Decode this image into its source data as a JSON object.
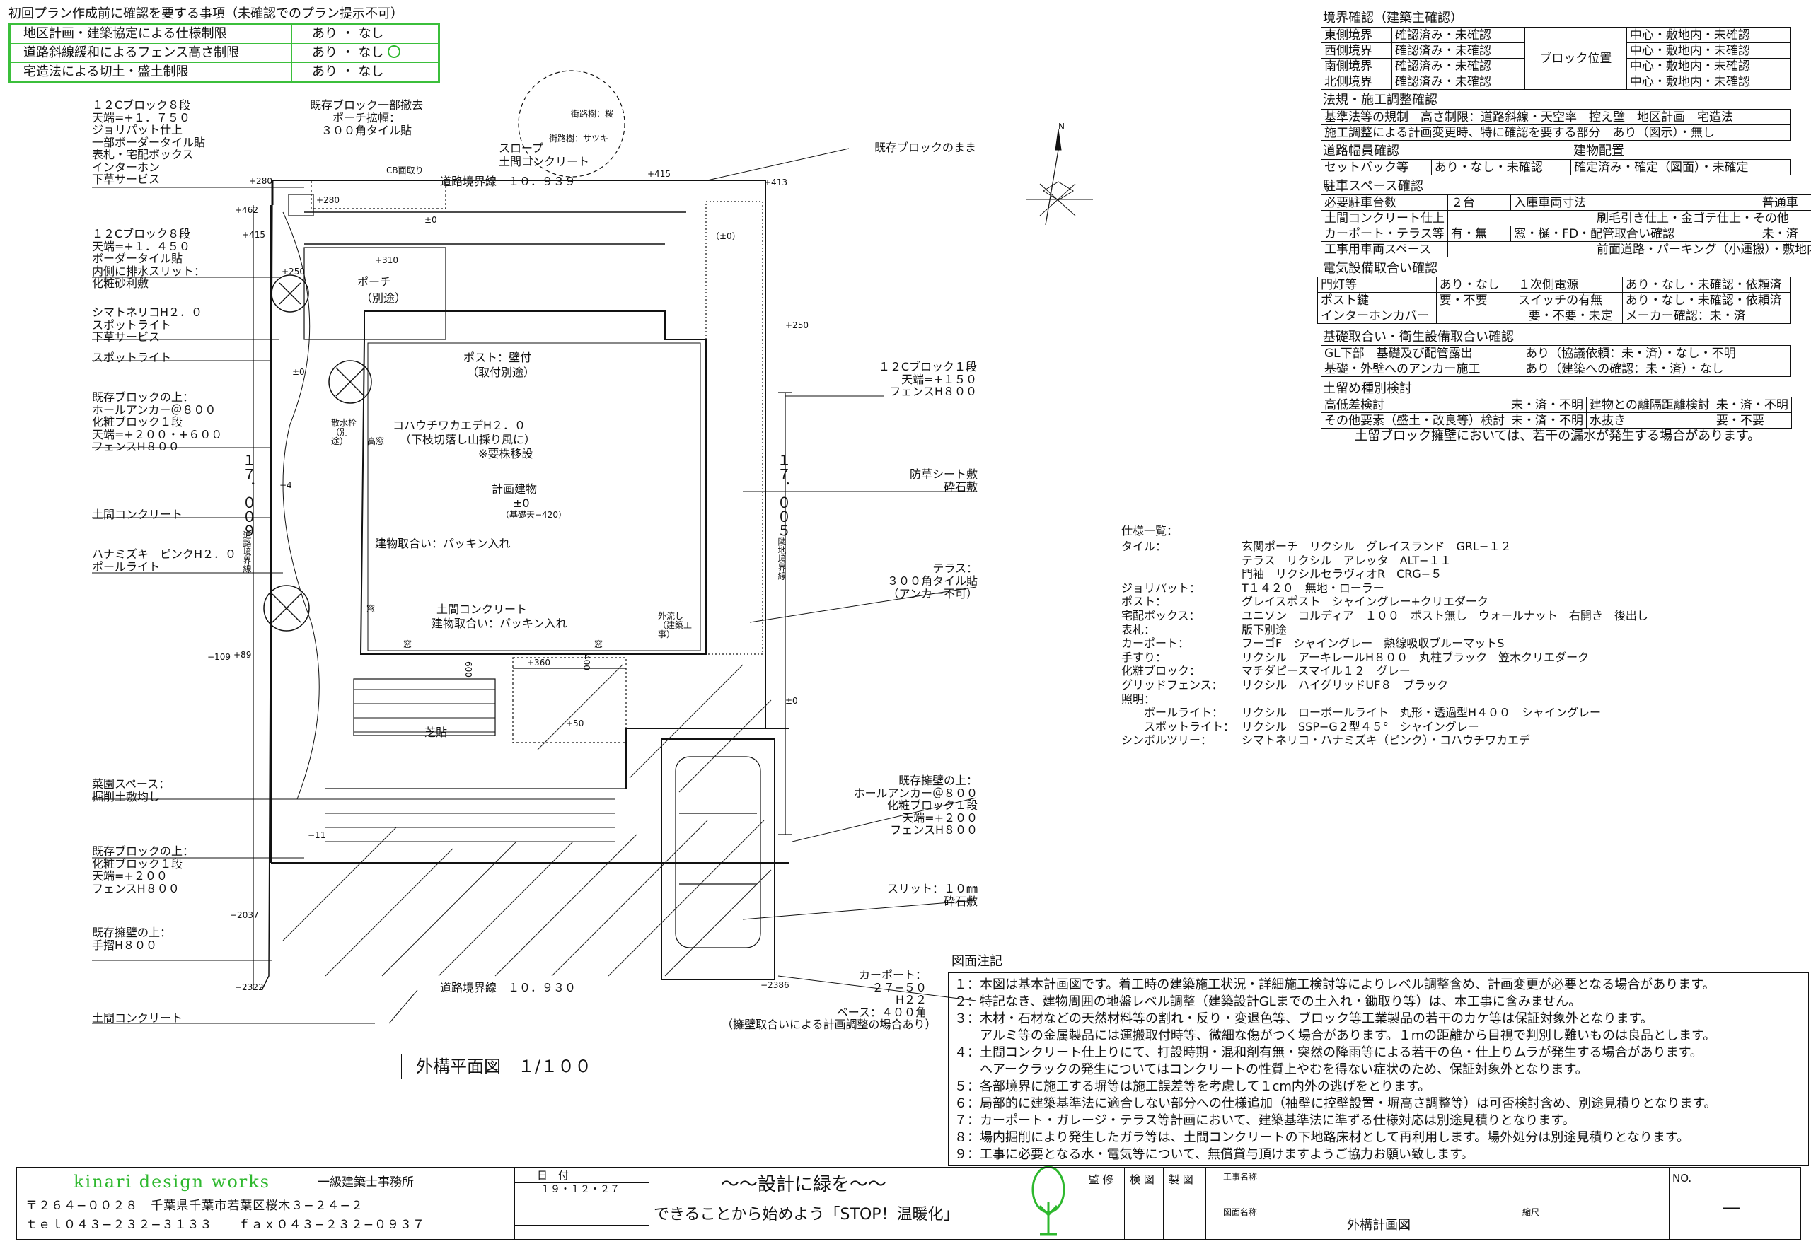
{
  "colors": {
    "ink": "#111111",
    "green": "#2eb82e",
    "brand": "#2eb82e"
  },
  "precheck": {
    "title": "初回プラン作成前に確認を要する事項（未確認でのプラン提示不可）",
    "rows": [
      {
        "item": "地区計画・建築協定による仕様制限",
        "choice": "あり ・ なし"
      },
      {
        "item": "道路斜線緩和によるフェンス高さ制限",
        "choice": "あり ・ なし"
      },
      {
        "item": "宅造法による切土・盛土制限",
        "choice": "あり ・ なし"
      }
    ]
  },
  "plan": {
    "title": "外構平面図　１/１００",
    "north": "N",
    "street_tree1": "街路樹：桜",
    "street_tree2": "街路樹：サツキ",
    "road_boundary_top": "道路境界線　１０．９３９",
    "road_boundary_bottom": "道路境界線　１０．９３０",
    "left_boundary_label": "道路境界線",
    "left_dim": "１７．００９",
    "right_boundary_label": "隣地境界線",
    "right_dim": "１７．００５",
    "slope": "スロープ\n土間コンクリート",
    "cb_edge": "CB面取り",
    "porch": "ポーチ",
    "porch_note": "（別途）",
    "post": "ポスト：壁付",
    "post_note": "（取付別途）",
    "building": "計画建物",
    "building_gl": "±0",
    "building_base": "（基礎天−420）",
    "maple": "コハウチワカエデH２．０",
    "maple_note1": "（下枝切落し山採り風に）",
    "maple_note2": "※要株移設",
    "sprinkler": "散水栓（別途）",
    "window_high": "高窓",
    "packing1": "建物取合い：パッキン入れ",
    "doma_center": "土間コンクリート",
    "packing2": "建物取合い：パッキン入れ",
    "sink": "外流し（建築工事）",
    "lawn": "芝貼",
    "window": "窓",
    "dim_600": "600",
    "dim_400": "400",
    "levels": [
      "+280",
      "+462",
      "+415",
      "+280",
      "+310",
      "+250",
      "±0",
      "±0",
      "+415",
      "+413",
      "（±0）",
      "+250",
      "−4",
      "−109",
      "+89",
      "+360",
      "+50",
      "±0",
      "−11",
      "−2037",
      "−2322",
      "−2386"
    ]
  },
  "left_labels": [
    "１２Cブロック８段\n天端=+１．７５０\nジョリパット仕上\n一部ボーダータイル貼\n表札・宅配ボックス\nインターホン\n下草サービス",
    "１２Cブロック８段\n天端=+１．４５０\nボーダータイル貼\n内側に排水スリット：\n化粧砂利敷",
    "シマトネリコH２．０\nスポットライト\n下草サービス",
    "スポットライト",
    "既存ブロックの上：\nホールアンカー＠８００\n化粧ブロック１段\n天端=+２００・+６００\nフェンスH８００",
    "土間コンクリート",
    "ハナミズキ　ピンクH２．０\nポールライト",
    "菜園スペース：\n掘削土敷均し",
    "既存ブロックの上：\n化粧ブロック１段\n天端=+２００\nフェンスH８００",
    "既存擁壁の上：\n手摺H８００",
    "土間コンクリート"
  ],
  "top_labels": [
    "既存ブロック一部撤去\nポーチ拡幅：\n３００角タイル貼",
    "既存ブロックのまま"
  ],
  "right_labels": [
    "１２Cブロック１段\n天端=+１５０\nフェンスH８００",
    "防草シート敷\n砕石敷",
    "テラス：\n３００角タイル貼\n（アンカー不可）",
    "既存擁壁の上：\nホールアンカー＠８００\n化粧ブロック１段\n天端=+２００\nフェンスH８００",
    "スリット：１０㎜\n砕石敷",
    "カーポート：\n２７−５０\nH２２\nベース：４００角\n（擁壁取合いによる計画調整の場合あり）"
  ],
  "checks": {
    "boundary": {
      "title": "境界確認（建築主確認）",
      "rows": [
        [
          "東側境界",
          "確認済み・未確認",
          "中心・敷地内・未確認"
        ],
        [
          "西側境界",
          "確認済み・未確認",
          "中心・敷地内・未確認"
        ],
        [
          "南側境界",
          "確認済み・未確認",
          "中心・敷地内・未確認"
        ],
        [
          "北側境界",
          "確認済み・未確認",
          "中心・敷地内・未確認"
        ]
      ],
      "block_pos": "ブロック位置"
    },
    "law": {
      "title": "法規・施工調整確認",
      "rows": [
        [
          "基準法等の規制　高さ制限：道路斜線・天空率　控え壁　地区計画　宅造法"
        ],
        [
          "施工調整による計画変更時、特に確認を要する部分　あり（図示）・無し"
        ]
      ]
    },
    "road": {
      "title": "道路幅員確認",
      "title2": "建物配置",
      "rows": [
        [
          "セットバック等",
          "あり・なし・未確認",
          "確定済み・確定（図面）・未確定"
        ]
      ]
    },
    "parking": {
      "title": "駐車スペース確認",
      "rows": [
        [
          "必要駐車台数",
          "２台",
          "入庫車両寸法",
          "普通車"
        ],
        [
          "土間コンクリート仕上",
          "刷毛引き仕上・金ゴテ仕上・その他"
        ],
        [
          "カーポート・テラス等",
          "有・無",
          "窓・樋・FD・配管取合い確認",
          "未・済"
        ],
        [
          "工事用車両スペース",
          "前面道路・パーキング（小運搬）・敷地内"
        ]
      ]
    },
    "electric": {
      "title": "電気設備取合い確認",
      "rows": [
        [
          "門灯等",
          "あり・なし",
          "１次側電源",
          "あり・なし・未確認・依頼済"
        ],
        [
          "ポスト鍵",
          "要・不要",
          "スイッチの有無",
          "あり・なし・未確認・依頼済"
        ],
        [
          "インターホンカバー",
          "要・不要・未定",
          "メーカー確認：未・済"
        ]
      ]
    },
    "foundation": {
      "title": "基礎取合い・衛生設備取合い確認",
      "rows": [
        [
          "GL下部　基礎及び配管露出",
          "あり（協議依頼：未・済）・なし・不明"
        ],
        [
          "基礎・外壁へのアンカー施工",
          "あり（建築への確認：未・済）・なし"
        ]
      ]
    },
    "retaining": {
      "title": "土留め種別検討",
      "rows": [
        [
          "高低差検討",
          "未・済・不明",
          "建物との離隔距離検討",
          "未・済・不明"
        ],
        [
          "その他要素（盛土・改良等）検討",
          "未・済・不明",
          "水抜き",
          "要・不要"
        ]
      ],
      "note": "土留ブロック擁壁においては、若干の漏水が発生する場合があります。"
    }
  },
  "spec": {
    "title": "仕様一覧：",
    "rows": [
      [
        "タイル：",
        "玄関ポーチ　リクシル　グレイスランド　GRL−１２"
      ],
      [
        "",
        "テラス　リクシル　アレッタ　ALT−１１"
      ],
      [
        "",
        "門袖　リクシルセラヴィオR　CRG−５"
      ],
      [
        "ジョリパット：",
        "T１４２０　無地・ローラー"
      ],
      [
        "ポスト：",
        "グレイスポスト　シャイングレー+クリエダーク"
      ],
      [
        "宅配ボックス：",
        "ユニソン　コルディア　１００　ポスト無し　ウォールナット　右開き　後出し"
      ],
      [
        "表札：",
        "版下別途"
      ],
      [
        "カーポート：",
        "フーゴF　シャイングレー　熱線吸収ブルーマットS"
      ],
      [
        "手すり：",
        "リクシル　アーキレールH８００　丸柱ブラック　笠木クリエダーク"
      ],
      [
        "化粧ブロック：",
        "マチダピースマイル１２　グレー"
      ],
      [
        "グリッドフェンス：",
        "リクシル　ハイグリッドUF８　ブラック"
      ],
      [
        "照明：",
        ""
      ],
      [
        "　　ポールライト：",
        "リクシル　ローボールライト　丸形・透過型H４００　シャイングレー"
      ],
      [
        "　　スポットライト：",
        "リクシル　SSP−G２型４５°　シャイングレー"
      ],
      [
        "シンボルツリー：",
        "シマトネリコ・ハナミズキ（ピンク）・コハウチワカエデ"
      ]
    ]
  },
  "notes": {
    "title": "図面注記",
    "items": [
      "１：本図は基本計画図です。着工時の建築施工状況・詳細施工検討等によりレベル調整含め、計画変更が必要となる場合があります。",
      "２：特記なき、建物周囲の地盤レベル調整（建築設計GLまでの土入れ・鋤取り等）は、本工事に含みません。",
      "３：木材・石材などの天然材料等の割れ・反り・変退色等、ブロック等工業製品の若干のカケ等は保証対象外となります。",
      "　　アルミ等の金属製品には運搬取付時等、微細な傷がつく場合があります。１ｍの距離から目視で判別し難いものは良品とします。",
      "４：土間コンクリート仕上りにて、打設時期・混和剤有無・突然の降雨等による若干の色・仕上りムラが発生する場合があります。",
      "　　ヘアークラックの発生についてはコンクリートの性質上やむを得ない症状のため、保証対象外となります。",
      "５：各部境界に施工する塀等は施工誤差等を考慮して１cm内外の逃げをとります。",
      "６：局部的に建築基準法に適合しない部分への仕様追加（袖壁に控壁設置・塀高さ調整等）は可否検討含め、別途見積りとなります。",
      "７：カーポート・ガレージ・テラス等計画において、建築基準法に準ずる仕様対応は別途見積りとなります。",
      "８：場内掘削により発生したガラ等は、土間コンクリートの下地路床材として再利用します。場外処分は別途見積りとなります。",
      "９：工事に必要となる水・電気等について、無償貸与頂けますようご協力お願い致します。"
    ]
  },
  "titleblock": {
    "company": "kinari design works",
    "license": "一級建築士事務所",
    "address": "〒２６４−００２８　千葉県千葉市若葉区桜木３−２４−２",
    "contact": "ｔｅｌ０４３−２３２−３１３３　　ｆａｘ０４３−２３２−０９３７",
    "date_label": "日　付",
    "date": "１９・１２・２７",
    "slogan1": "〜〜設計に緑を〜〜",
    "slogan2": "できることから始めよう「STOP！温暖化」",
    "check1": "監 修",
    "check2": "検 図",
    "check3": "製 図",
    "project_label": "工事名称",
    "drawing_label": "図面名称",
    "drawing_name": "外構計画図",
    "scale_label": "縮尺",
    "no_label": "NO.",
    "no_value": "一"
  }
}
